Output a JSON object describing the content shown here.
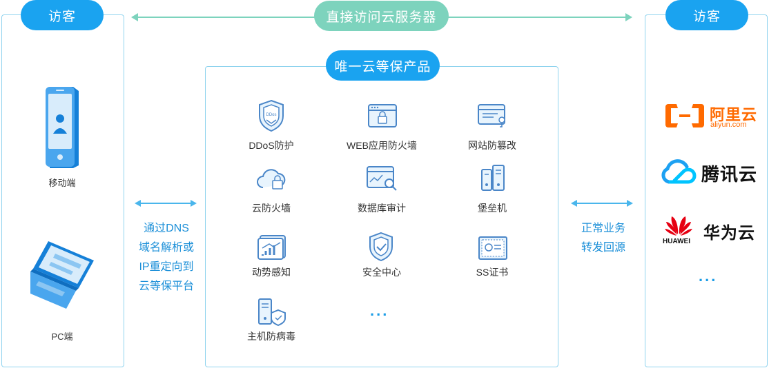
{
  "left": {
    "badge": "访客",
    "items": [
      {
        "label": "移动端"
      },
      {
        "label": "PC端"
      }
    ]
  },
  "right": {
    "badge": "访客",
    "logos": {
      "aliyun": {
        "name": "阿里云",
        "domain": "aliyun.com"
      },
      "tencent": {
        "name": "腾讯云"
      },
      "huawei": {
        "name": "华为云",
        "brand": "HUAWEI"
      }
    },
    "more": "..."
  },
  "top_link": {
    "label": "直接访问云服务器"
  },
  "center": {
    "title": "唯一云等保产品",
    "products": [
      {
        "label": "DDoS防护",
        "icon": "ddos-shield-icon"
      },
      {
        "label": "WEB应用防火墙",
        "icon": "web-firewall-icon"
      },
      {
        "label": "网站防篡改",
        "icon": "anti-tamper-icon"
      },
      {
        "label": "云防火墙",
        "icon": "cloud-firewall-icon"
      },
      {
        "label": "数据库审计",
        "icon": "database-audit-icon"
      },
      {
        "label": "堡垒机",
        "icon": "bastion-host-icon"
      },
      {
        "label": "动势感知",
        "icon": "situation-awareness-icon"
      },
      {
        "label": "安全中心",
        "icon": "security-center-icon"
      },
      {
        "label": "SS证书",
        "icon": "ssl-certificate-icon"
      },
      {
        "label": "主机防病毒",
        "icon": "host-antivirus-icon"
      }
    ],
    "more": "..."
  },
  "left_flow": {
    "lines": [
      "通过DNS",
      "域名解析或",
      "IP重定向到",
      "云等保平台"
    ]
  },
  "right_flow": {
    "lines": [
      "正常业务",
      "转发回源"
    ]
  },
  "colors": {
    "accent_blue": "#1aa3f0",
    "accent_green": "#7dd3bd",
    "panel_border": "#8fd3ee",
    "flow_text": "#1b8fd8",
    "aliyun_orange": "#ff6a00",
    "tencent_blue": "#1da1f2",
    "huawei_red": "#e60012"
  }
}
